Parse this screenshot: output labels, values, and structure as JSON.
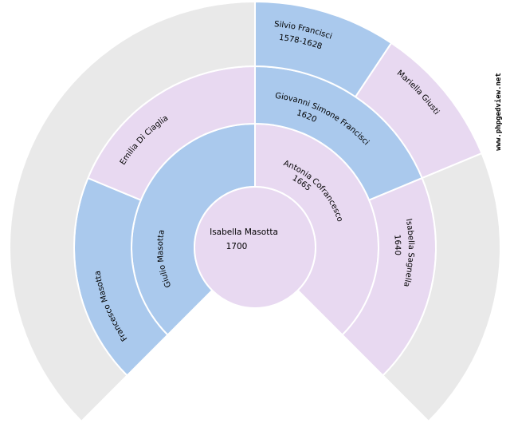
{
  "watermark": "www.phpgedview.net",
  "colors": {
    "male": "#aac9ed",
    "female": "#e8d9f1",
    "unknown": "#e9e9e9",
    "separator": "#ffffff",
    "background": "#ffffff",
    "text": "#000000"
  },
  "fan": {
    "center": {
      "name": "Isabella Masotta",
      "date": "1700",
      "gender": "female"
    },
    "rings": [
      {
        "generation": 2,
        "segments": [
          {
            "name": "Giulio Masotta",
            "date": "",
            "gender": "male"
          },
          {
            "name": "Antonia Cofrancesco",
            "date": "1665",
            "gender": "female"
          }
        ]
      },
      {
        "generation": 3,
        "segments": [
          {
            "name": "Francesco Masotta",
            "date": "",
            "gender": "male"
          },
          {
            "name": "Emilia Di Ciaglia",
            "date": "",
            "gender": "female"
          },
          {
            "name": "Giovanni Simone Francisci",
            "date": "1620",
            "gender": "male"
          },
          {
            "name": "Isabella Sagnella",
            "date": "1640",
            "gender": "female"
          }
        ]
      },
      {
        "generation": 4,
        "segments": [
          null,
          null,
          null,
          null,
          {
            "name": "Silvio Francisci",
            "date": "1578-1628",
            "gender": "male"
          },
          {
            "name": "Mariella Giusti",
            "date": "",
            "gender": "female"
          },
          null,
          null
        ]
      }
    ]
  }
}
